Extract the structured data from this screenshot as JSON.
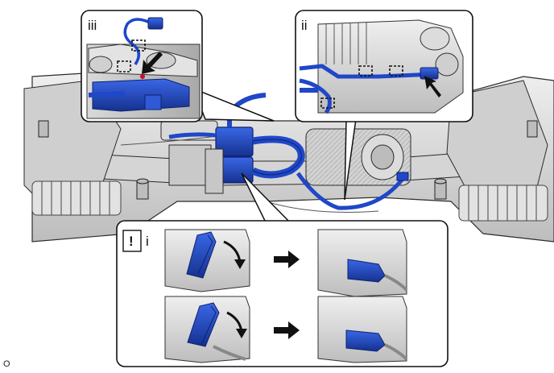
{
  "diagram": {
    "callouts": {
      "iii": "iii",
      "ii": "ii",
      "i": "i",
      "caution": "!"
    },
    "figure_code": "O"
  },
  "colors": {
    "harness": "#1f47c8",
    "harness_dark": "#15318f",
    "metal_light": "#e6e6e6",
    "metal_mid": "#c8c8c8",
    "metal_dark": "#8f8f8f",
    "outline": "#2b2b2b",
    "arrow": "#111111"
  },
  "icons": [
    "lock-lever-rotate-arrow",
    "right-arrow",
    "pointer-arrow",
    "connector-clamp"
  ]
}
